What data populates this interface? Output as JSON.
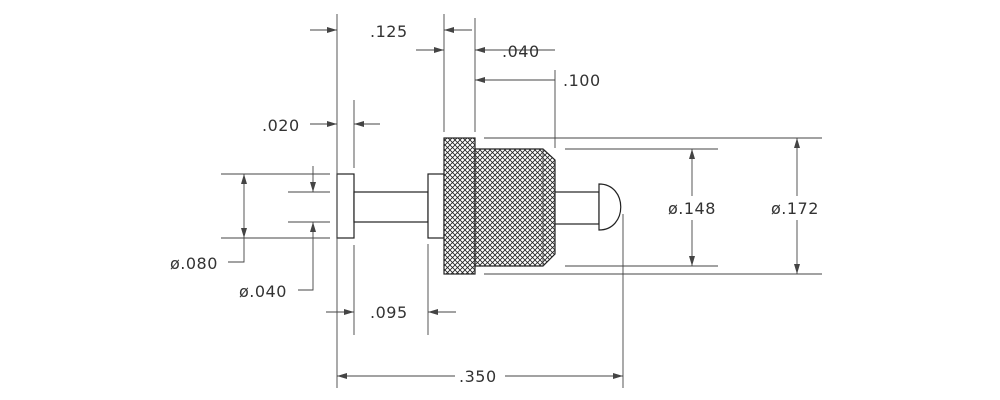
{
  "dimensions": {
    "d125": ".125",
    "d040_top": ".040",
    "d100": ".100",
    "d020": ".020",
    "dia148": "ø.148",
    "dia172": "ø.172",
    "dia080": "ø.080",
    "dia040": "ø.040",
    "d095": ".095",
    "d350": ".350"
  },
  "colors": {
    "line": "#444444",
    "outline": "#222222",
    "text": "#333333",
    "background": "#ffffff"
  },
  "icons": [
    "dimension-arrow-icon"
  ]
}
